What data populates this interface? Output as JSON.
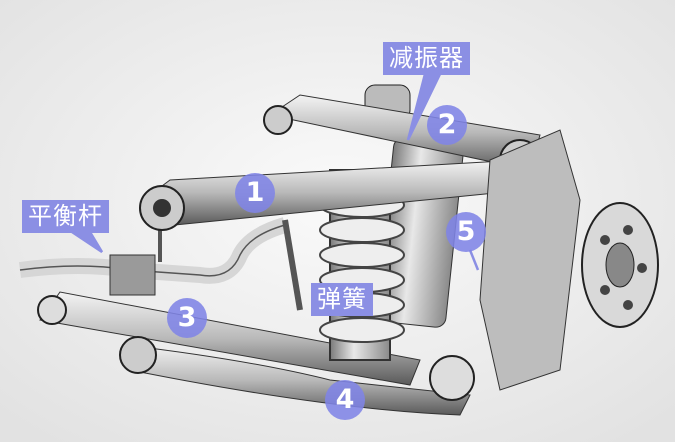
{
  "labels": {
    "shock_absorber": "减振器",
    "stabilizer_bar": "平衡杆",
    "spring": "弹簧"
  },
  "markers": [
    "1",
    "2",
    "3",
    "4",
    "5"
  ],
  "colors": {
    "label_bg": "#8b8fe4",
    "label_text": "#ffffff",
    "background": "#ececec"
  }
}
